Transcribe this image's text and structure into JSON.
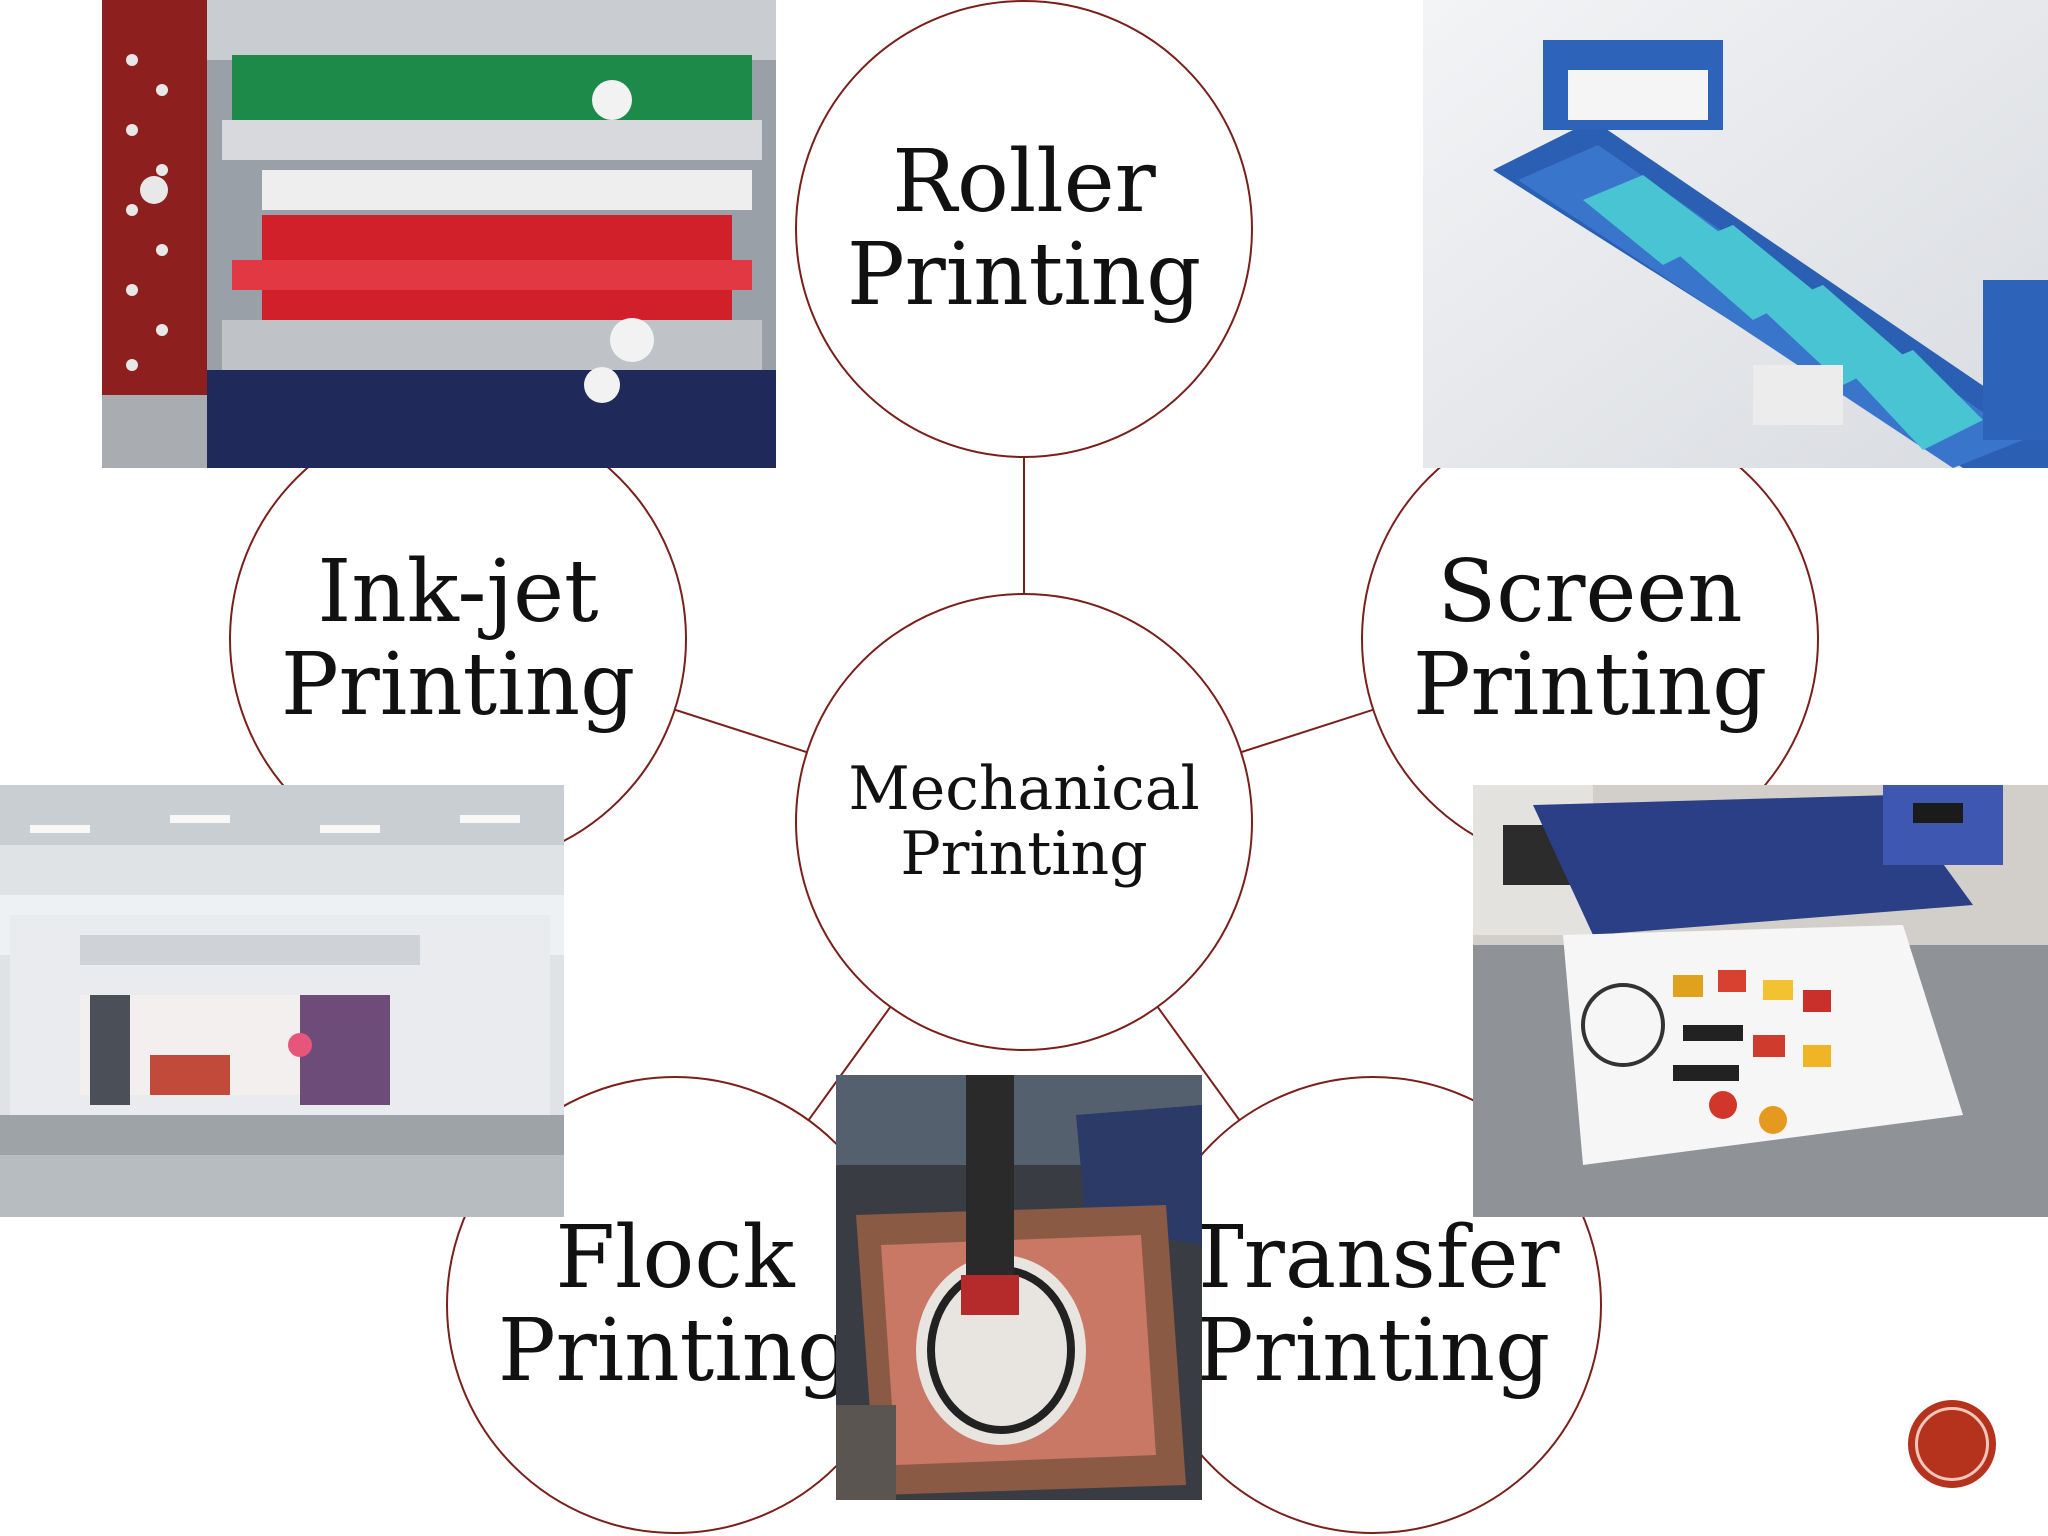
{
  "diagram": {
    "center": {
      "label": "Mechanical\nPrinting"
    },
    "nodes": [
      {
        "id": "roller",
        "label": "Roller\nPrinting"
      },
      {
        "id": "screen",
        "label": "Screen\nPrinting"
      },
      {
        "id": "transfer",
        "label": "Transfer\nPrinting"
      },
      {
        "id": "flock",
        "label": "Flock\nPrinting"
      },
      {
        "id": "inkjet",
        "label": "Ink-jet\nPrinting"
      }
    ]
  },
  "colors": {
    "circle_border": "#7a1f1a",
    "connector": "#7a1f1a",
    "badge": "#b5321d"
  },
  "photos": [
    {
      "name": "roller-printing-machine-photo"
    },
    {
      "name": "screen-printing-machine-photo"
    },
    {
      "name": "transfer-press-photo"
    },
    {
      "name": "screen-squeegee-photo"
    },
    {
      "name": "inkjet-printer-photo"
    }
  ]
}
